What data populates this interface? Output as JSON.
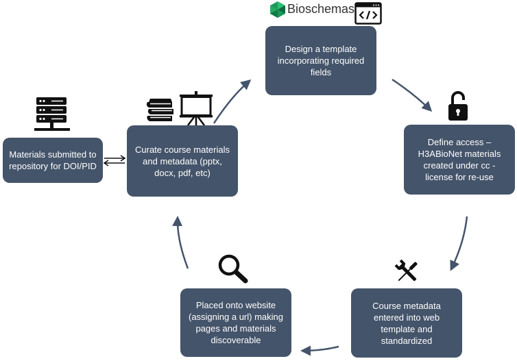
{
  "logo": {
    "text": "Bioschemas"
  },
  "steps": {
    "repository": "Materials submitted to repository for DOI/PID",
    "curate": "Curate course materials and metadata (pptx, docx, pdf, etc)",
    "design": "Design a template incorporating required fields",
    "access": "Define access – H3ABioNet materials created under cc - license for re-use",
    "metadata": "Course metadata entered into web template and standardized",
    "website": "Placed onto website (assigning a url) making pages and materials discoverable"
  },
  "icons": {
    "logo": "bioschemas-hexagon-logo-icon",
    "code": "code-window-icon",
    "server": "server-stack-icon",
    "books": "book-stack-icon",
    "presentation": "presentation-board-icon",
    "lock": "unlocked-padlock-icon",
    "tools": "wrench-screwdriver-icon",
    "search": "magnifying-glass-icon"
  },
  "colors": {
    "box": "#44546a",
    "arrow": "#44546a",
    "logo_green": "#1a9a5a"
  }
}
